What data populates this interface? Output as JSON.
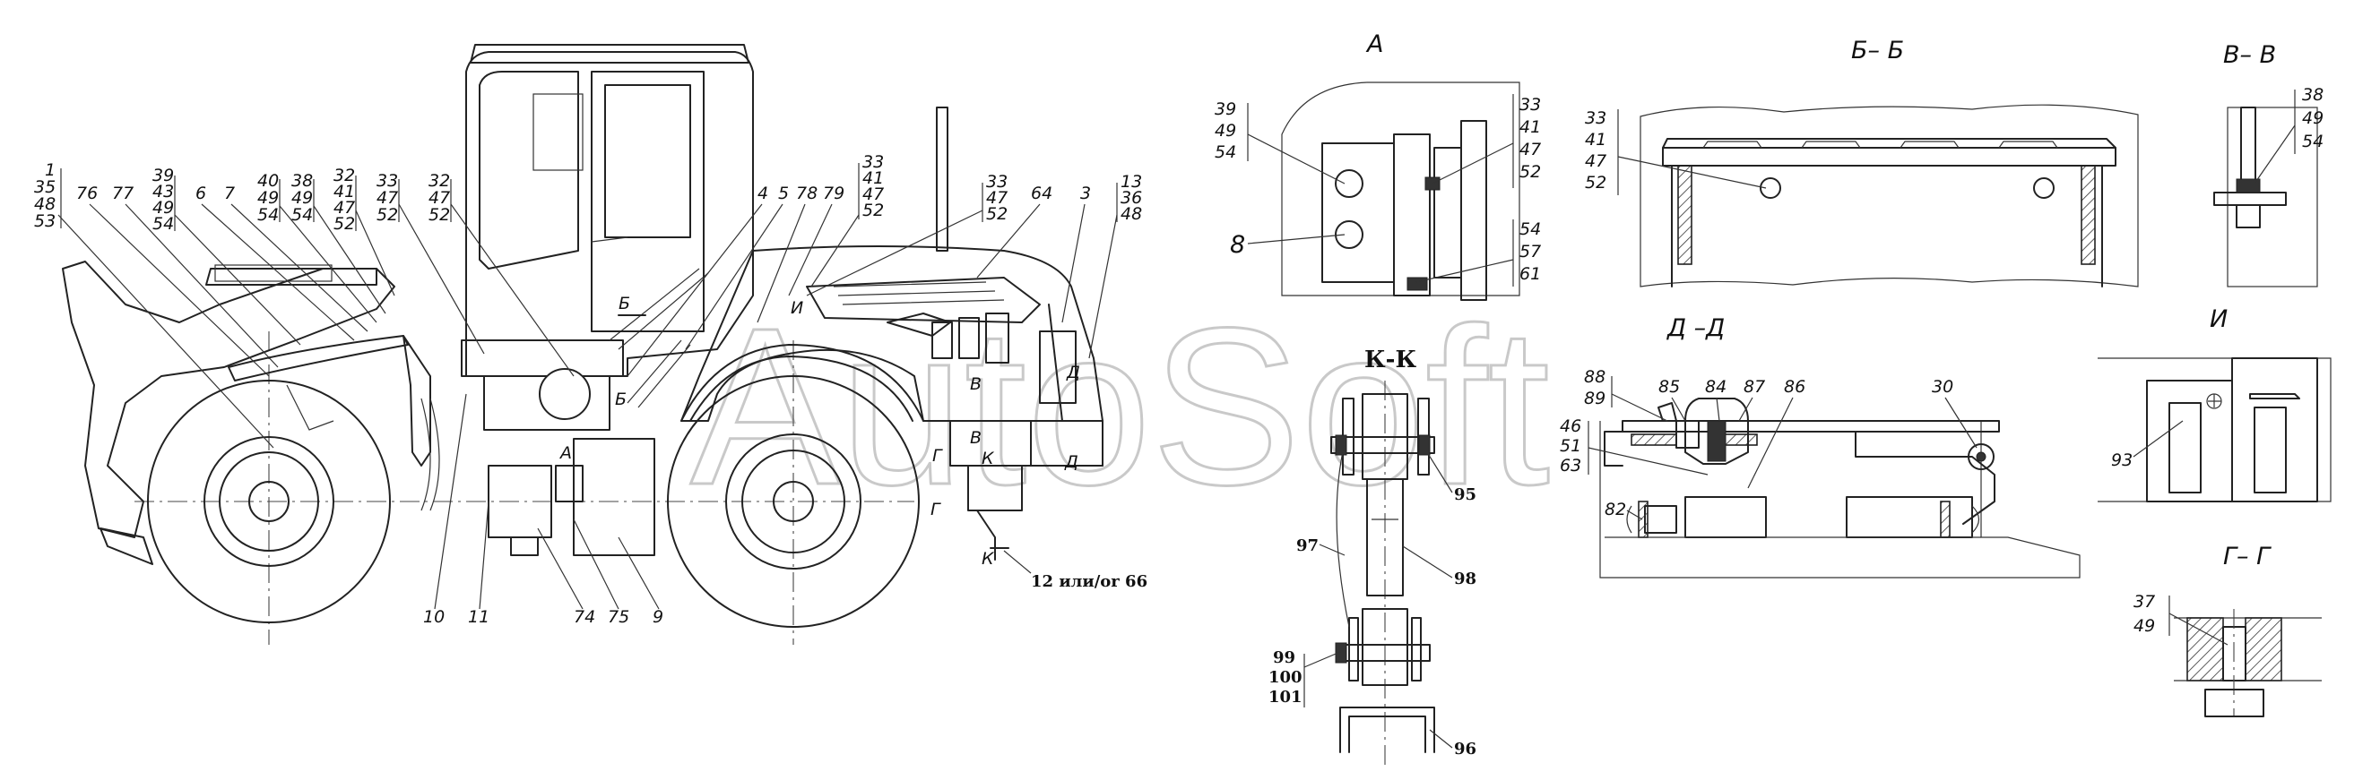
{
  "watermark": {
    "text": "AutoSoft"
  },
  "main_view": {
    "label_groups": [
      [
        "1",
        "35",
        "48",
        "53"
      ],
      [
        "39",
        "43",
        "49",
        "54"
      ],
      [
        "40",
        "49",
        "54"
      ],
      [
        "38",
        "49",
        "54"
      ],
      [
        "32",
        "41",
        "47",
        "52"
      ],
      [
        "33",
        "47",
        "52"
      ],
      [
        "32",
        "47",
        "52"
      ],
      [
        "33",
        "41",
        "47",
        "52"
      ],
      [
        "33",
        "47",
        "52"
      ],
      [
        "13",
        "36",
        "48"
      ]
    ],
    "labels": [
      "76",
      "77",
      "6",
      "7",
      "4",
      "5",
      "78",
      "79",
      "64",
      "3",
      "10",
      "11",
      "74",
      "75",
      "9"
    ],
    "section_marks": [
      "Б",
      "И",
      "В",
      "В",
      "Г",
      "К",
      "Д",
      "Д",
      "А",
      "Б",
      "Г",
      "К"
    ],
    "note": "12 или/or 66"
  },
  "view_a": {
    "title": "А",
    "left_group": [
      "39",
      "49",
      "54"
    ],
    "label_8": "8",
    "right_group_top": [
      "33",
      "41",
      "47",
      "52"
    ],
    "right_group_bottom": [
      "54",
      "57",
      "61"
    ]
  },
  "view_bb": {
    "title": "Б– Б",
    "group": [
      "33",
      "41",
      "47",
      "52"
    ]
  },
  "view_vv": {
    "title": "В– В",
    "group": [
      "38",
      "49",
      "54"
    ]
  },
  "view_kk": {
    "title": "К-К",
    "labels": [
      "95",
      "97",
      "98",
      "99",
      "100",
      "101",
      "96"
    ]
  },
  "view_dd": {
    "title": "Д –Д",
    "labels_top": [
      "88",
      "89",
      "85",
      "84",
      "87",
      "86",
      "30"
    ],
    "group_left": [
      "46",
      "51",
      "63"
    ],
    "label_82": "82"
  },
  "view_i": {
    "title": "И",
    "label": "93"
  },
  "view_gg": {
    "title": "Г– Г",
    "group": [
      "37",
      "49"
    ]
  }
}
